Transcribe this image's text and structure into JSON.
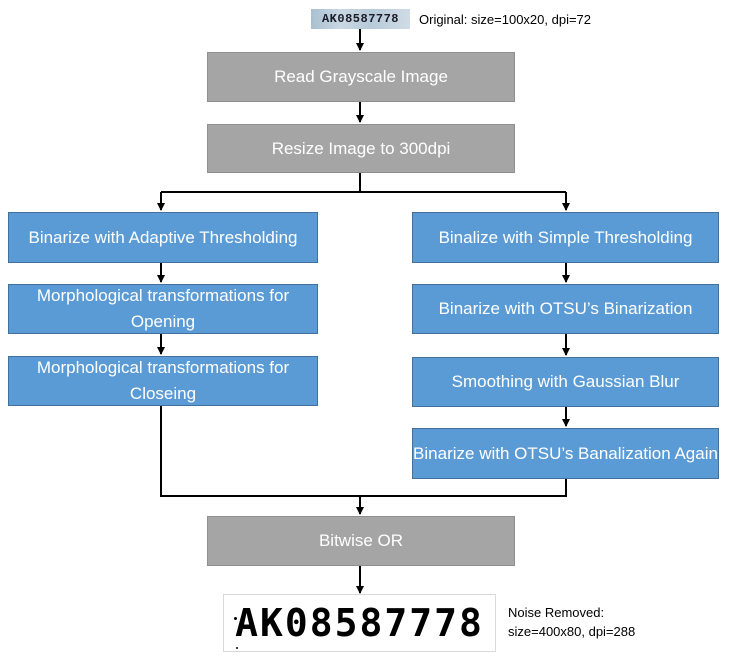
{
  "input_image": {
    "plate_text": "AK08587778",
    "caption": "Original: size=100x20, dpi=72"
  },
  "steps": {
    "read": "Read Grayscale Image",
    "resize": "Resize Image to 300dpi",
    "bitwise_or": "Bitwise OR"
  },
  "left_branch": [
    "Binarize with Adaptive Thresholding",
    "Morphological transformations for Opening",
    "Morphological transformations for Closeing"
  ],
  "right_branch": [
    "Binalize with Simple Thresholding",
    "Binarize with OTSU’s Binarization",
    "Smoothing with Gaussian Blur",
    "Binarize with OTSU’s Banalization Again"
  ],
  "output_image": {
    "plate_text": "AK08587778",
    "caption_line1": "Noise Removed:",
    "caption_line2": "size=400x80, dpi=288"
  },
  "colors": {
    "gray_box": "#a5a5a5",
    "blue_box": "#5b9bd5",
    "connector": "#000000"
  }
}
